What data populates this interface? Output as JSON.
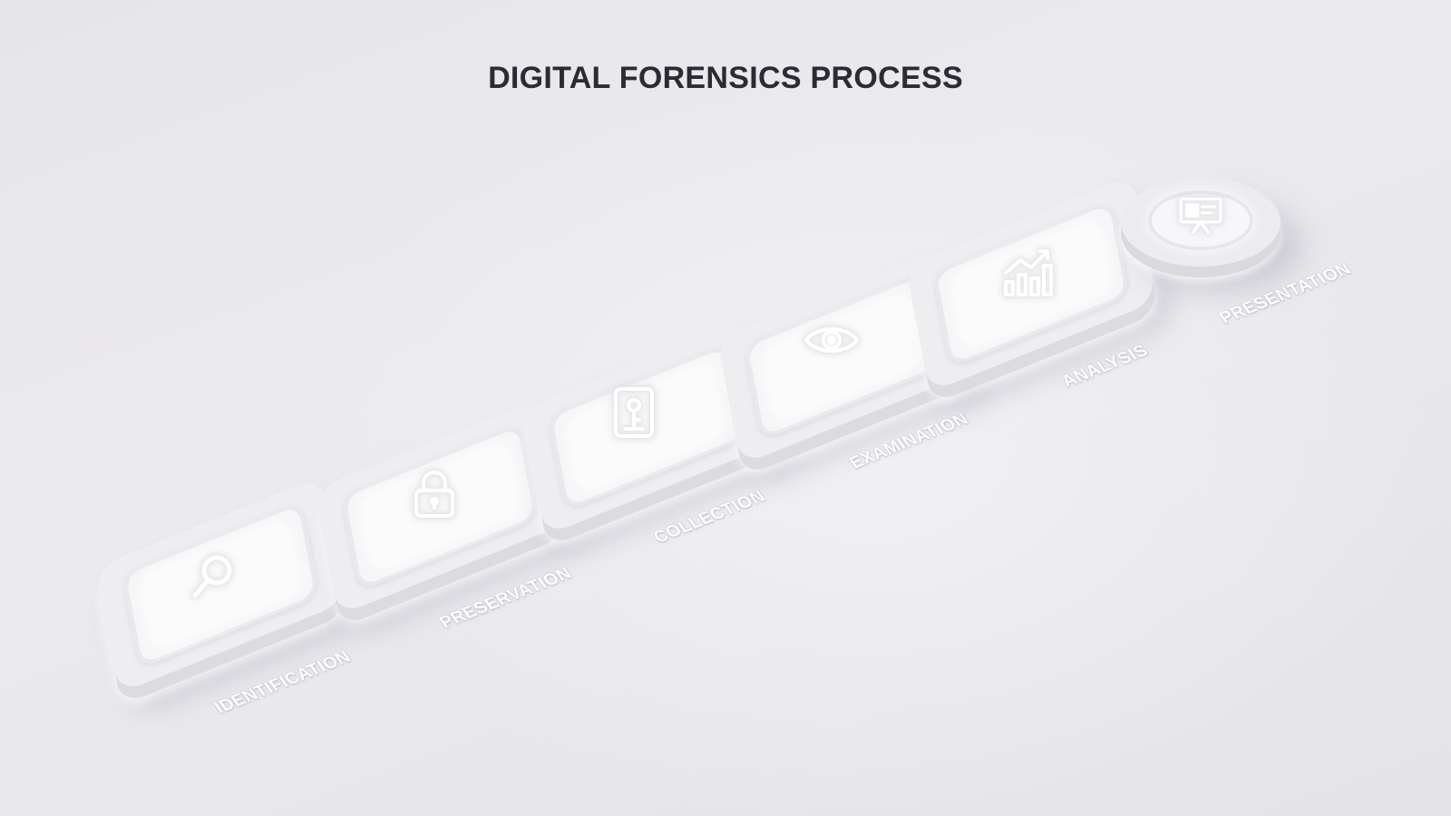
{
  "title": "DIGITAL FORENSICS PROCESS",
  "steps": [
    {
      "label": "IDENTIFICATION",
      "icon": "magnifier-icon"
    },
    {
      "label": "PRESERVATION",
      "icon": "padlock-icon"
    },
    {
      "label": "COLLECTION",
      "icon": "evidence-file-icon"
    },
    {
      "label": "EXAMINATION",
      "icon": "eye-icon"
    },
    {
      "label": "ANALYSIS",
      "icon": "bar-chart-icon"
    },
    {
      "label": "PRESENTATION",
      "icon": "presentation-board-icon"
    }
  ],
  "colors": {
    "background": "#e8e7ec",
    "title": "#2b2b33",
    "connector": "#a8a6ee",
    "tile": "#eeeef1"
  }
}
